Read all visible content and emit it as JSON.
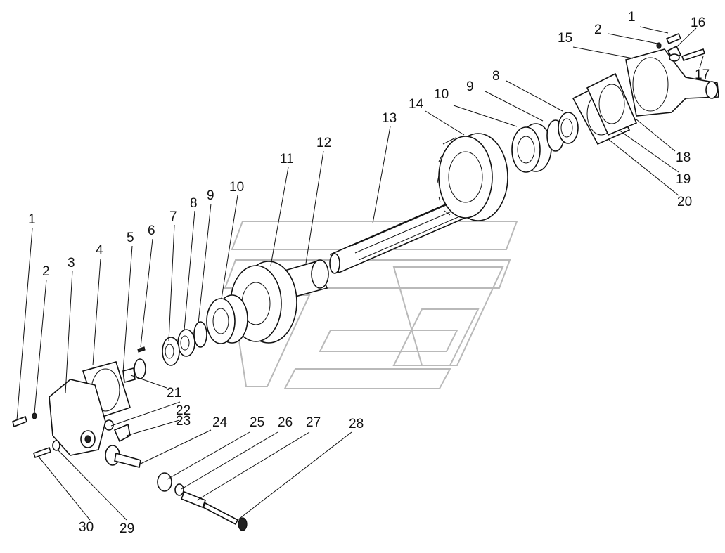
{
  "diagram": {
    "callouts": [
      "1",
      "2",
      "3",
      "4",
      "5",
      "6",
      "7",
      "8",
      "9",
      "10",
      "11",
      "12",
      "13",
      "14",
      "15",
      "16",
      "17",
      "18",
      "19",
      "20",
      "21",
      "22",
      "23",
      "24",
      "25",
      "26",
      "27",
      "28",
      "29",
      "30",
      "1",
      "2",
      "8",
      "9",
      "10"
    ]
  }
}
